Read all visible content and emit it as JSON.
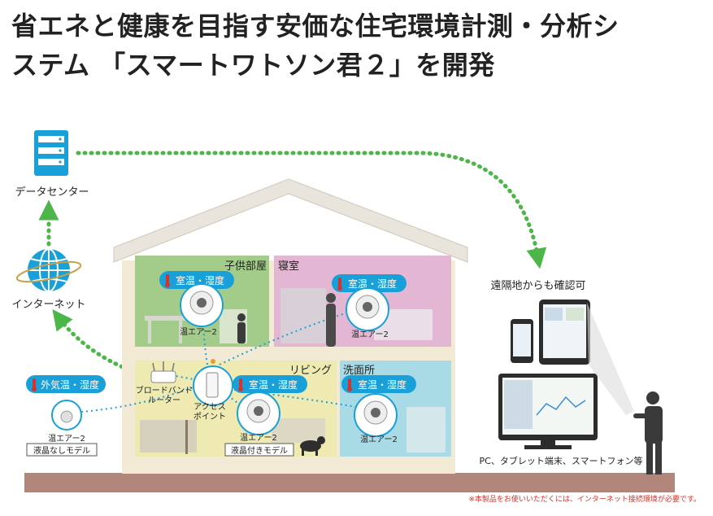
{
  "headline": {
    "line1": "省エネと健康を目指す安価な住宅環境計測・分析シ",
    "line2": "ステム 「スマートワトソン君２」を開発"
  },
  "labels": {
    "data_center": "データセンター",
    "internet": "インターネット",
    "remote": "遠隔地からも確認可",
    "devices": "PC、タブレット端末、スマートフォン等",
    "note": "※本製品をお使いいただくには、インターネット接続環境が必要です。"
  },
  "rooms": {
    "kids": "子供部屋",
    "bedroom": "寝室",
    "living": "リビング",
    "washroom": "洗面所"
  },
  "badges": {
    "room_temp_humidity": "室温・湿度",
    "outdoor_temp_humidity": "外気温・湿度"
  },
  "devices": {
    "sensor_name": "温エアー2",
    "router_line1": "ブロードバンド",
    "router_line2": "ルーター",
    "ap_line1": "アクセス",
    "ap_line2": "ポイント",
    "model_no_lcd": "液晶なしモデル",
    "model_lcd": "液晶付きモデル"
  },
  "colors": {
    "accent_blue": "#1aa0d8",
    "dotted_green": "#4cb648",
    "kids_room": "#a3cc8a",
    "bedroom": "#e3b6d3",
    "living": "#eeeab2",
    "washroom": "#a9dbe6",
    "house_wall": "#f3ead6",
    "roof": "#e9e5dd",
    "ground": "#b0877a"
  }
}
